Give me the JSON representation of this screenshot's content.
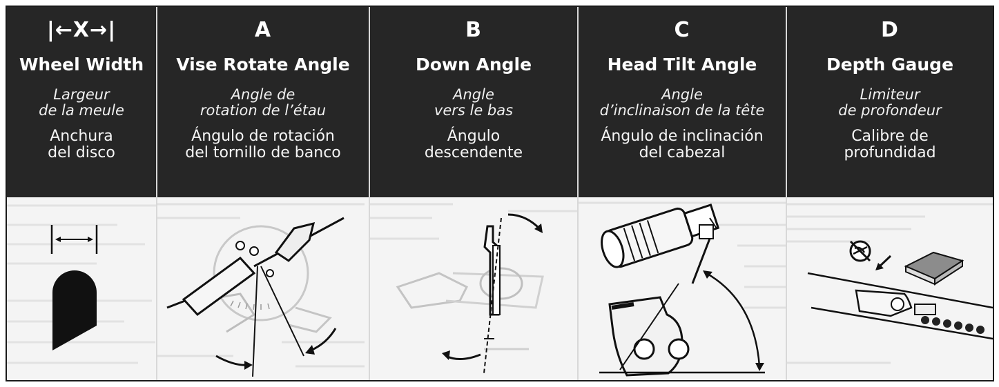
{
  "columns": [
    {
      "key": "X",
      "symbol": "|←X→|",
      "title": "Wheel Width",
      "fr": [
        "Largeur",
        "de la meule"
      ],
      "es": [
        "Anchura",
        "del disco"
      ],
      "illustration": "wheel-width-illustration"
    },
    {
      "key": "A",
      "symbol": "A",
      "title": "Vise Rotate Angle",
      "fr": [
        "Angle de",
        "rotation de l’étau"
      ],
      "es": [
        "Ángulo de rotación",
        "del tornillo de banco"
      ],
      "illustration": "vise-rotate-illustration"
    },
    {
      "key": "B",
      "symbol": "B",
      "title": "Down Angle",
      "fr": [
        "Angle",
        "vers le bas"
      ],
      "es": [
        "Ángulo",
        "descendente"
      ],
      "illustration": "down-angle-illustration"
    },
    {
      "key": "C",
      "symbol": "C",
      "title": "Head Tilt Angle",
      "fr": [
        "Angle",
        "d’inclinaison de la tête"
      ],
      "es": [
        "Ángulo de inclinación",
        "del cabezal"
      ],
      "illustration": "head-tilt-illustration"
    },
    {
      "key": "D",
      "symbol": "D",
      "title": "Depth Gauge",
      "fr": [
        "Limiteur",
        "de profondeur"
      ],
      "es": [
        "Calibre de",
        "profundidad"
      ],
      "illustration": "depth-gauge-illustration"
    }
  ]
}
